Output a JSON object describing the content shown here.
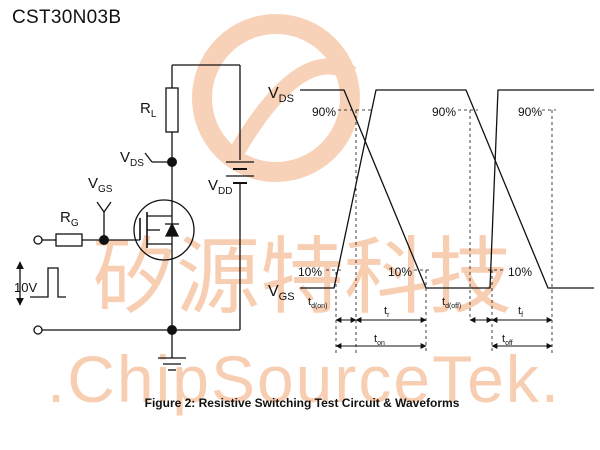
{
  "header": {
    "part_number": "CST30N03B"
  },
  "watermark": {
    "chinese": "矽源特科技",
    "latin": ".ChipSourceTek.",
    "color": "#f7c6a6"
  },
  "circuit": {
    "rl": "R",
    "rl_sub": "L",
    "vds": "V",
    "vds_sub": "DS",
    "vgs": "V",
    "vgs_sub": "GS",
    "rg": "R",
    "rg_sub": "G",
    "vdd": "V",
    "vdd_sub": "DD",
    "pulse": "10V"
  },
  "waveform": {
    "vds": "V",
    "vds_sub": "DS",
    "vgs": "V",
    "vgs_sub": "GS",
    "pct90": "90%",
    "pct10": "10%",
    "td_on": "t",
    "td_on_sub": "d(on)",
    "tr": "t",
    "tr_sub": "r",
    "ton": "t",
    "ton_sub": "on",
    "td_off": "t",
    "td_off_sub": "d(off)",
    "tf": "t",
    "tf_sub": "f",
    "toff": "t",
    "toff_sub": "off"
  },
  "caption": "Figure 2: Resistive Switching Test Circuit & Waveforms"
}
